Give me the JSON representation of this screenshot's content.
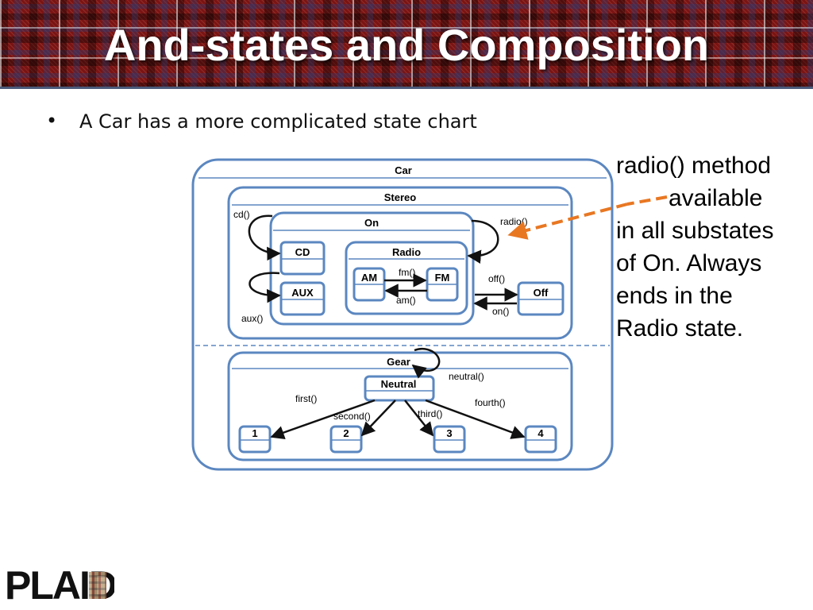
{
  "slide": {
    "title": "And-states and Composition",
    "bullet": "A Car has a more complicated state chart"
  },
  "note": {
    "line1": "radio() method",
    "line2": "available",
    "line3": "in all substates",
    "line4": "of On.  Always",
    "line5": "ends in the",
    "line6": "Radio state."
  },
  "diagram": {
    "car": "Car",
    "stereo": "Stereo",
    "on": "On",
    "cd": "CD",
    "aux": "AUX",
    "radio": "Radio",
    "am": "AM",
    "fm": "FM",
    "off": "Off",
    "gear": "Gear",
    "neutral": "Neutral",
    "g1": "1",
    "g2": "2",
    "g3": "3",
    "g4": "4",
    "t_cd": "cd()",
    "t_aux": "aux()",
    "t_radio": "radio()",
    "t_fm": "fm()",
    "t_am": "am()",
    "t_off": "off()",
    "t_on": "on()",
    "t_neutral": "neutral()",
    "t_first": "first()",
    "t_second": "second()",
    "t_third": "third()",
    "t_fourth": "fourth()"
  },
  "logo": {
    "text": "PLAID"
  },
  "colors": {
    "state_border": "#5b87c0",
    "state_fill": "#ffffff",
    "arrow_orange": "#e87722",
    "banner": "#7a1414"
  }
}
